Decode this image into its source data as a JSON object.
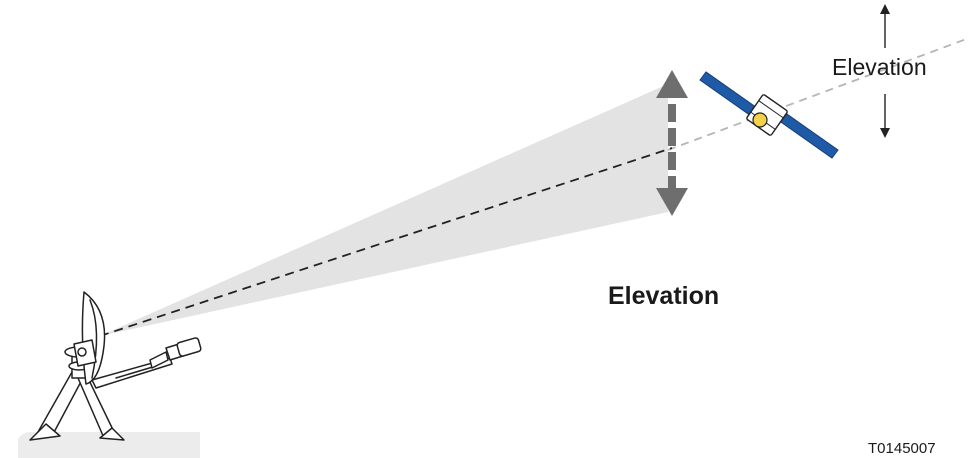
{
  "diagram": {
    "labels": {
      "elevation_top": "Elevation",
      "elevation_main": "Elevation",
      "figure_code": "T0145007"
    },
    "colors": {
      "beam_fill": "#e3e3e3",
      "adjust_arrow": "#6e6e6e",
      "solar_panel": "#1f5aa6",
      "satellite_body": "#f2d24a",
      "sightline": "#b5b5b5",
      "line_dark": "#222222",
      "ground": "#ececec"
    },
    "icons": {
      "dish": "satellite-dish-icon",
      "satellite": "satellite-icon",
      "vertical_adjust": "double-arrow-vertical-icon"
    }
  }
}
